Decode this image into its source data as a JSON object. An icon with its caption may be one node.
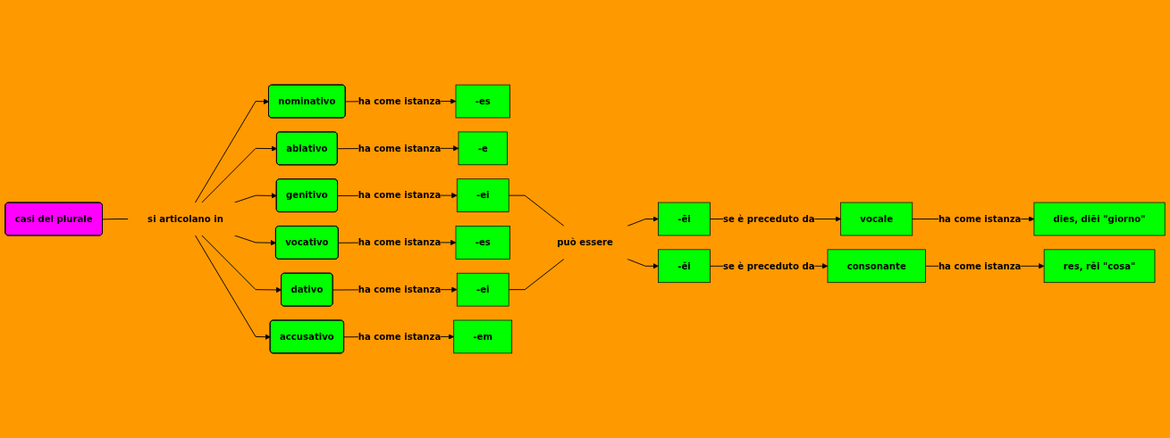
{
  "diagram": {
    "nodes": [
      {
        "text": [
          "casi del plurale"
        ]
      },
      {
        "text": [
          "dies, diēi \"giorno\""
        ]
      },
      {
        "text": [
          "-es"
        ]
      },
      {
        "text": [
          "nominativo"
        ]
      },
      {
        "text": [
          "si articolano in"
        ]
      },
      {
        "text": [
          "ablativo"
        ]
      },
      {
        "text": [
          "-e"
        ]
      },
      {
        "text": [
          "vocale"
        ]
      },
      {
        "text": [
          "-ēi"
        ]
      },
      {
        "text": [
          "-ei"
        ]
      },
      {
        "text": [
          "genitivo"
        ]
      },
      {
        "text": [
          "vocativo"
        ]
      },
      {
        "text": [
          "-es"
        ]
      },
      {
        "text": [
          "può essere"
        ]
      },
      {
        "text": [
          "-ei"
        ]
      },
      {
        "text": [
          "dativo"
        ]
      },
      {
        "text": [
          "accusativo"
        ]
      },
      {
        "text": [
          "-em"
        ]
      },
      {
        "text": [
          "consonante"
        ]
      },
      {
        "text": [
          "-ěi"
        ]
      },
      {
        "text": [
          "res, rěi \"cosa\""
        ]
      }
    ],
    "edges": [
      {
        "from": 0,
        "to": 4,
        "arrow": "none"
      },
      {
        "from": 4,
        "to": 3,
        "arrow": "to"
      },
      {
        "from": 4,
        "to": 5,
        "arrow": "to"
      },
      {
        "from": 4,
        "to": 10,
        "arrow": "to"
      },
      {
        "from": 4,
        "to": 15,
        "arrow": "to"
      },
      {
        "from": 4,
        "to": 16,
        "arrow": "to"
      },
      {
        "from": 4,
        "to": 11,
        "arrow": "to"
      },
      {
        "from": 3,
        "to": 2,
        "label": "ha come istanza",
        "arrow": "to"
      },
      {
        "from": 5,
        "to": 6,
        "label": "ha come istanza",
        "arrow": "to"
      },
      {
        "from": 10,
        "to": 9,
        "label": "ha come istanza",
        "arrow": "to"
      },
      {
        "from": 11,
        "to": 12,
        "label": "ha come istanza",
        "arrow": "to"
      },
      {
        "from": 15,
        "to": 14,
        "label": "ha come istanza",
        "arrow": "to"
      },
      {
        "from": 16,
        "to": 17,
        "label": "ha come istanza",
        "arrow": "to"
      },
      {
        "from": 9,
        "to": 13,
        "arrow": "none"
      },
      {
        "from": 14,
        "to": 13,
        "arrow": "none"
      },
      {
        "from": 13,
        "to": 8,
        "arrow": "to"
      },
      {
        "from": 13,
        "to": 19,
        "arrow": "to"
      },
      {
        "from": 8,
        "to": 7,
        "label": "se è preceduto da",
        "arrow": "to"
      },
      {
        "from": 19,
        "to": 18,
        "label": "se è preceduto da",
        "arrow": "to"
      },
      {
        "from": 7,
        "to": 1,
        "label": "ha come istanza",
        "arrow": "to"
      },
      {
        "from": 18,
        "to": 20,
        "label": "ha come istanza",
        "arrow": "to"
      }
    ]
  }
}
